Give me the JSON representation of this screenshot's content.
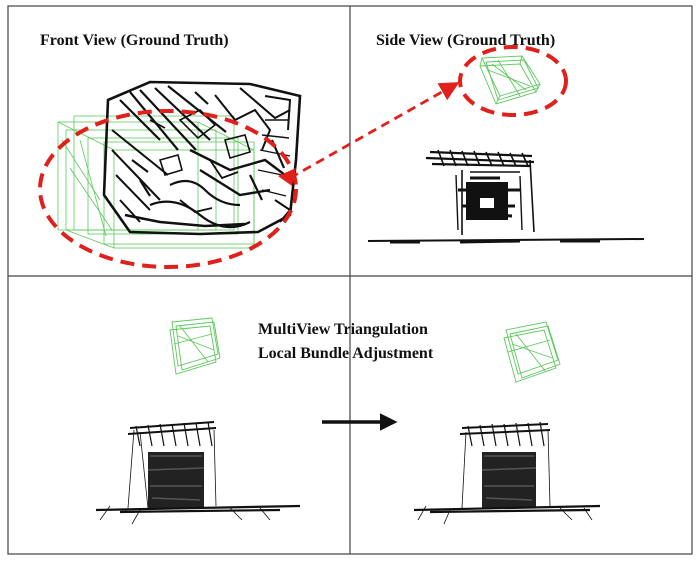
{
  "panels": {
    "front": {
      "title": "Front View (Ground Truth)"
    },
    "side": {
      "title": "Side View (Ground Truth)"
    },
    "bottom": {
      "caption_line1": "MultiView Triangulation",
      "caption_line2": "Local Bundle Adjustment"
    }
  },
  "colors": {
    "border": "#444444",
    "camera": "#5cc85c",
    "highlight": "#e0201a",
    "points": "#111111",
    "background": "#ffffff"
  }
}
